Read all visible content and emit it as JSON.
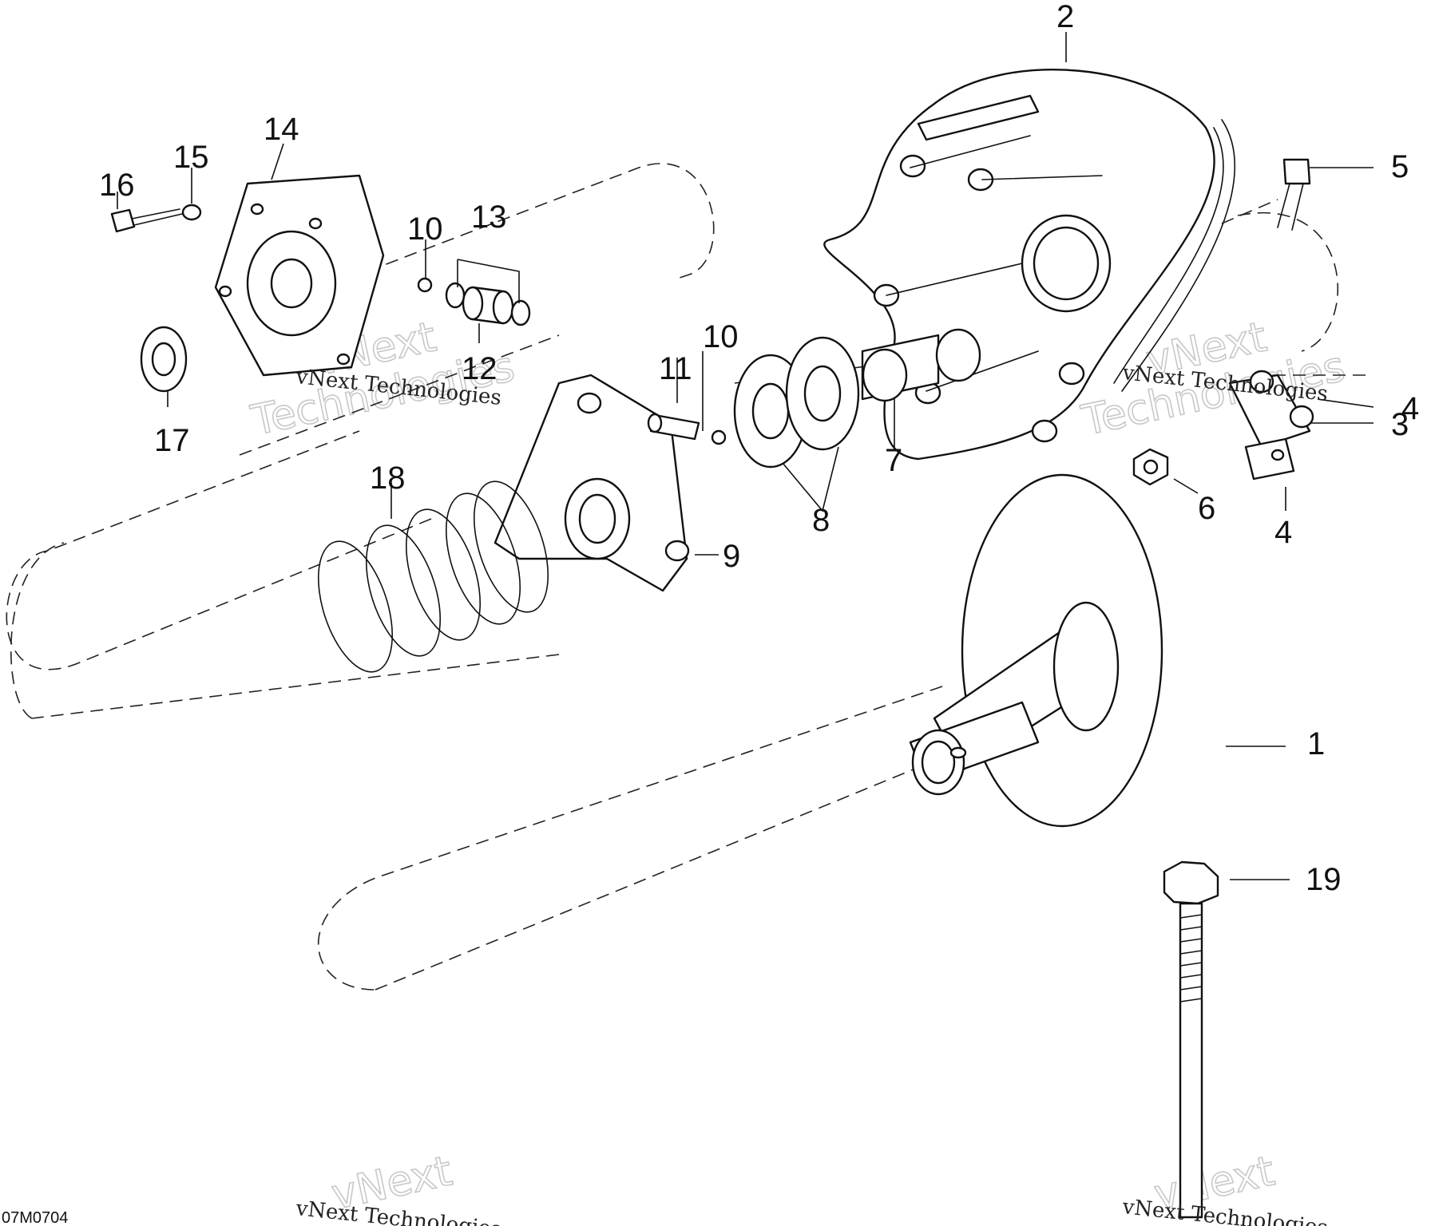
{
  "drawing_code": "07M0704",
  "watermark": {
    "line1": "vNext",
    "line2": "Technologies",
    "inline": "vNext Technologies"
  },
  "callouts": {
    "c1": "1",
    "c2": "2",
    "c3": "3",
    "c4a": "4",
    "c4b": "4",
    "c5": "5",
    "c6": "6",
    "c7": "7",
    "c8": "8",
    "c9": "9",
    "c10a": "10",
    "c10b": "10",
    "c11": "11",
    "c12": "12",
    "c13": "13",
    "c14": "14",
    "c15": "15",
    "c16": "16",
    "c17": "17",
    "c18": "18",
    "c19": "19"
  }
}
